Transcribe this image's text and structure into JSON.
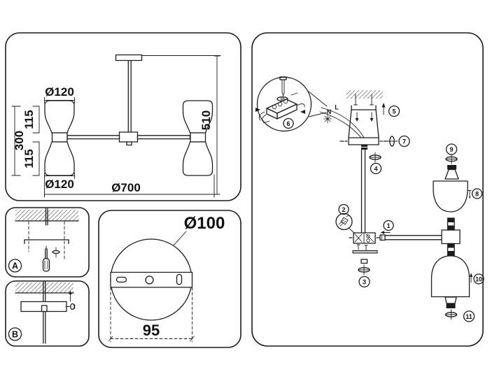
{
  "front_view": {
    "dim_top_diameter": "Ø120",
    "dim_upper_shade_height": "115",
    "dim_shade_assembly_height": "300",
    "dim_lower_shade_height": "115",
    "dim_bottom_diameter": "Ø120",
    "dim_overall_width": "Ø700",
    "dim_overall_height": "510"
  },
  "install_steps": {
    "step_a_label": "A",
    "step_b_label": "B"
  },
  "canopy_view": {
    "dim_canopy_diameter": "Ø100",
    "dim_mount_hole_spacing": "95"
  },
  "assembly": {
    "wire_neutral_label": "N",
    "wire_live_label": "L",
    "part_numbers": [
      "1",
      "2",
      "3",
      "4",
      "5",
      "6",
      "7",
      "8",
      "9",
      "10",
      "11"
    ]
  }
}
